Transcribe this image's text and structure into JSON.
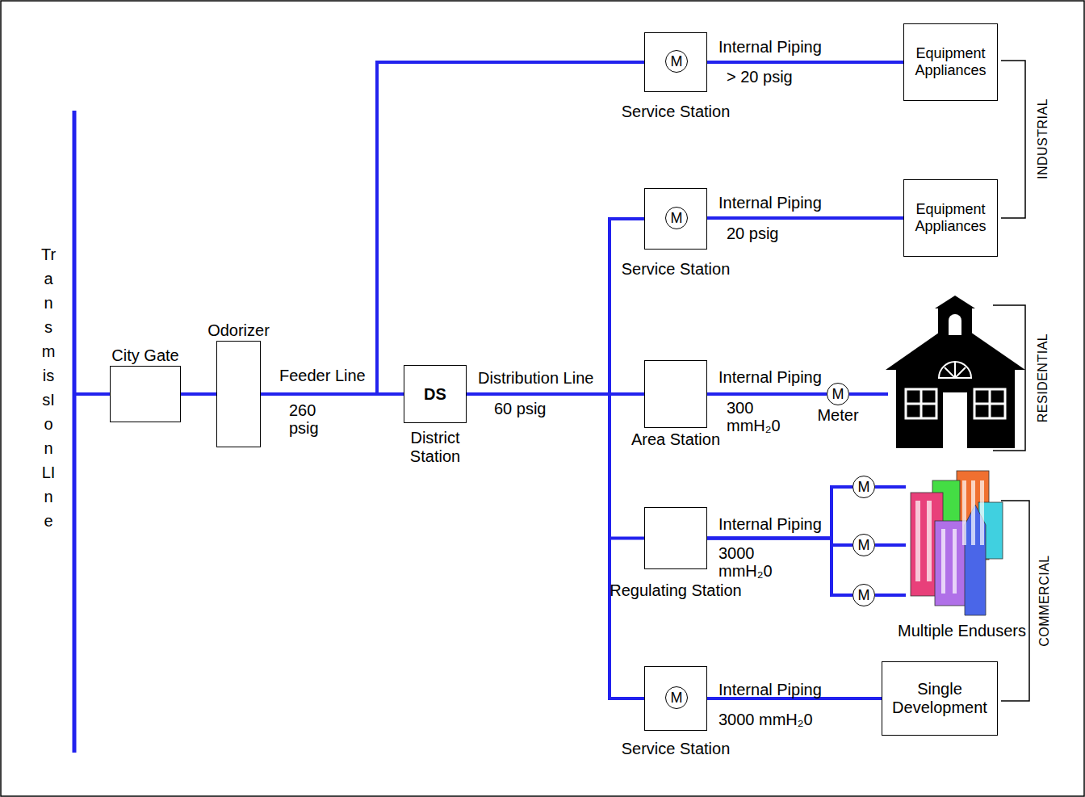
{
  "diagram": {
    "nodes": [
      {
        "text": [
          "City Gate"
        ]
      },
      {
        "text": [
          "Odorizer"
        ]
      },
      {
        "text": [
          "DS",
          "District Station"
        ]
      },
      {
        "text": [
          "Service Station"
        ]
      },
      {
        "text": [
          "M"
        ],
        "in": 3
      },
      {
        "text": [
          "Equipment Appliances"
        ]
      },
      {
        "text": [
          "Service Station"
        ]
      },
      {
        "text": [
          "M"
        ],
        "in": 6
      },
      {
        "text": [
          "Equipment Appliances"
        ]
      },
      {
        "text": [
          "Area Station"
        ]
      },
      {
        "text": [
          "M",
          "Meter"
        ]
      },
      {
        "text": [
          "Regulating Station"
        ]
      },
      {
        "text": [
          "M"
        ]
      },
      {
        "text": [
          "M"
        ]
      },
      {
        "text": [
          "M"
        ]
      },
      {
        "text": [
          "Service Station"
        ]
      },
      {
        "text": [
          "M"
        ],
        "in": 15
      },
      {
        "text": [
          "Single Development"
        ]
      }
    ],
    "edges": [
      {
        "from": 0,
        "to": 1,
        "arrow": "none"
      },
      {
        "from": 1,
        "to": 2,
        "arrow": "none"
      },
      {
        "from": 1,
        "to": 3,
        "arrow": "none"
      },
      {
        "from": 3,
        "to": 5,
        "arrow": "none"
      },
      {
        "from": 2,
        "to": 6,
        "arrow": "none"
      },
      {
        "from": 6,
        "to": 8,
        "arrow": "none"
      },
      {
        "from": 2,
        "to": 9,
        "arrow": "none"
      },
      {
        "from": 9,
        "to": 10,
        "arrow": "none"
      },
      {
        "from": 2,
        "to": 11,
        "arrow": "none"
      },
      {
        "from": 11,
        "to": 12,
        "arrow": "none"
      },
      {
        "from": 11,
        "to": 13,
        "arrow": "none"
      },
      {
        "from": 11,
        "to": 14,
        "arrow": "none"
      },
      {
        "from": 2,
        "to": 15,
        "arrow": "none"
      },
      {
        "from": 15,
        "to": 17,
        "arrow": "none"
      }
    ],
    "labels": [
      "TransmissIon LIne",
      "Feeder Line",
      "260 psig",
      "Distribution Line",
      "60 psig",
      "Internal Piping",
      "> 20 psig",
      "Internal Piping",
      "20 psig",
      "Internal Piping",
      "300 mmH₂0",
      "Internal Piping",
      "3000 mmH₂0",
      "Multiple Endusers",
      "Internal Piping",
      "3000 mmH₂0",
      "INDUSTRIAL",
      "RESIDENTIAL",
      "COMMERCIAL"
    ]
  }
}
